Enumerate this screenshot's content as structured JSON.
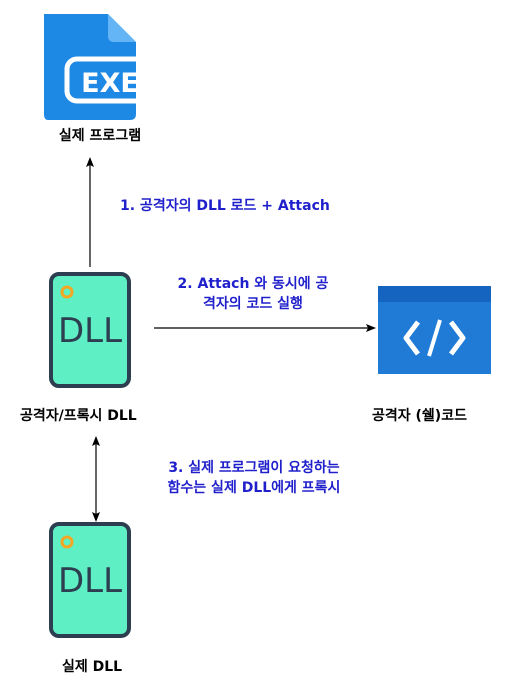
{
  "nodes": {
    "exe": {
      "label": "실제 프로그램",
      "icon": "exe-file-icon",
      "icon_text": "EXE"
    },
    "proxy_dll": {
      "label": "공격자/프록시 DLL",
      "icon": "dll-file-icon",
      "icon_text": "DLL"
    },
    "shellcode": {
      "label": "공격자 (쉘)코드",
      "icon": "code-window-icon"
    },
    "real_dll": {
      "label": "실제 DLL",
      "icon": "dll-file-icon",
      "icon_text": "DLL"
    }
  },
  "edges": [
    {
      "text": "1. 공격자의 DLL 로드 + Attach"
    },
    {
      "line1": "2. Attach 와 동시에 공",
      "line2": "격자의 코드 실행"
    },
    {
      "line1": "3. 실제 프로그램이 요청하는",
      "line2": "함수는 실제 DLL에게 프록시"
    }
  ],
  "colors": {
    "note_text": "#1f1fcc",
    "exe_blue": "#1e88e5",
    "dll_fill": "#5ef0c4",
    "dll_stroke": "#2c3e50",
    "code_blue": "#1f7bd6",
    "code_header": "#1565c0"
  }
}
